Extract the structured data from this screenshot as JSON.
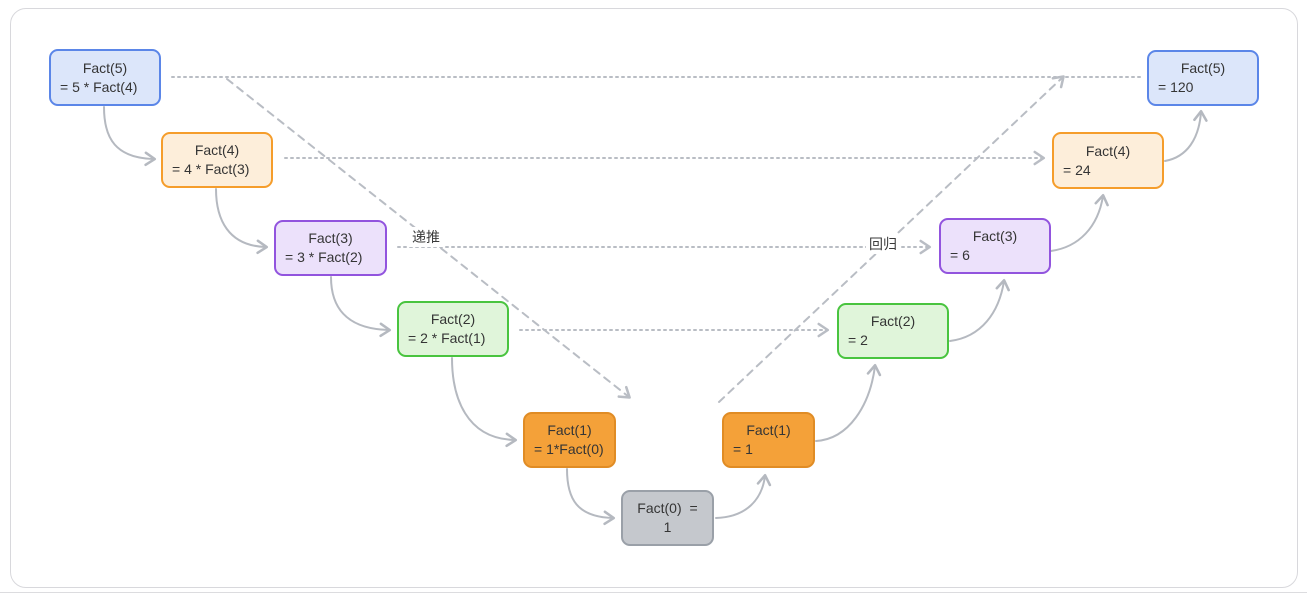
{
  "diagram": {
    "title_hint": "Factorial recursion call and return trace",
    "labels": {
      "descend": "递推",
      "return": "回归"
    },
    "nodes": [
      {
        "id": "fact5-call",
        "line1": "Fact(5)",
        "line2": "= 5 * Fact(4)",
        "color": "blue"
      },
      {
        "id": "fact4-call",
        "line1": "Fact(4)",
        "line2": "= 4 * Fact(3)",
        "color": "peach"
      },
      {
        "id": "fact3-call",
        "line1": "Fact(3)",
        "line2": "= 3 * Fact(2)",
        "color": "purple"
      },
      {
        "id": "fact2-call",
        "line1": "Fact(2)",
        "line2": "= 2 * Fact(1)",
        "color": "green"
      },
      {
        "id": "fact1-call",
        "line1": "Fact(1)",
        "line2": "= 1*Fact(0)",
        "color": "orange"
      },
      {
        "id": "fact0-base",
        "line1": "Fact(0) = 1",
        "color": "gray"
      },
      {
        "id": "fact1-return",
        "line1": "Fact(1)",
        "line2": "= 1",
        "color": "orange"
      },
      {
        "id": "fact2-return",
        "line1": "Fact(2)",
        "line2": "= 2",
        "color": "green"
      },
      {
        "id": "fact3-return",
        "line1": "Fact(3)",
        "line2": "= 6",
        "color": "purple"
      },
      {
        "id": "fact4-return",
        "line1": "Fact(4)",
        "line2": "= 24",
        "color": "peach"
      },
      {
        "id": "fact5-return",
        "line1": "Fact(5)",
        "line2": "= 120",
        "color": "blue"
      }
    ],
    "colors": {
      "blue_fill": "#dce6fa",
      "blue_border": "#5b86e8",
      "peach_fill": "#fdeeda",
      "peach_border": "#f59d2b",
      "purple_fill": "#ece1fb",
      "purple_border": "#9254de",
      "green_fill": "#e0f5da",
      "green_border": "#49c43f",
      "orange_fill": "#f4a139",
      "orange_border": "#e08c25",
      "gray_fill": "#c5c8cd",
      "gray_border": "#9aa0a8",
      "connector": "#b5b9c0",
      "dotted": "#b9bdc4",
      "text": "#353535"
    }
  }
}
